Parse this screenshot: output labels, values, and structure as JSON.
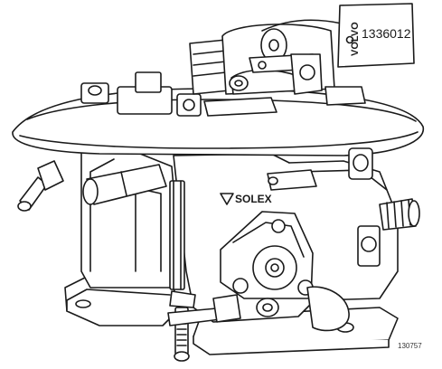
{
  "tag": {
    "brand": "VOLVO",
    "part_number": "1336012"
  },
  "body_marking": "SOLEX",
  "figure_number": "130757"
}
